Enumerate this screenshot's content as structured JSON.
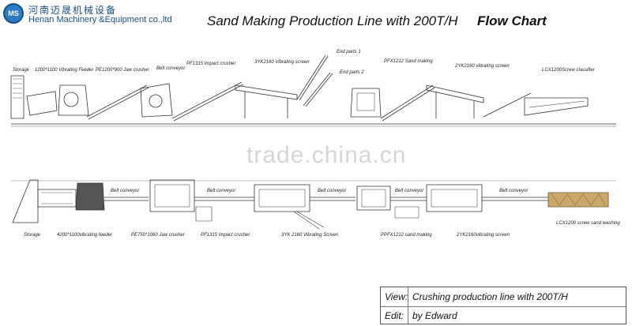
{
  "header": {
    "logo_text": "MS",
    "company_cn": "河南迈晟机械设备",
    "company_en": "Henan Machinery &Equipment co.,ltd",
    "title": "Sand Making Production Line with 200T/H",
    "subtitle": "Flow Chart"
  },
  "watermark": "trade.china.cn",
  "top_labels": {
    "storage": "Storage",
    "feeder": "1200*1100 Vibrating Feeder",
    "jaw_crusher": "PE1200*900 Jaw crusher",
    "belt_conveyor": "Belt conveyor",
    "impact_crusher": "PF1315 Impact crusher",
    "screen_3yk": "3YK2160 Vibrating screen",
    "end_parts_1": "End parts 1",
    "end_parts_2": "End parts 2",
    "sand_making": "PFX1212 Sand making",
    "screen_2yk": "2YK2160 vibrating screen",
    "classifier": "LCX1200Screw classifier"
  },
  "bottom_labels": {
    "storage": "Storage",
    "feeder": "4200*1100vibrating feeder",
    "jaw_crusher": "PE750*1060 Jaw crusher",
    "belt_1": "Belt conveyor",
    "impact_crusher": "PF1315 Impact crusher",
    "belt_2": "Belt conveyor",
    "screen_3yk": "3YK 2160 Vibrating Screen",
    "belt_3": "Belt conveyor",
    "sand_making": "PPFX1212 sand making",
    "belt_4": "Belt conveyor",
    "screen_2yk": "2YK2160vibrating screen",
    "belt_5": "Belt conveyor",
    "washing": "LCX1200 screw sand washing"
  },
  "info_box": {
    "view_key": "View:",
    "view_value": "Crushing production line with 200T/H",
    "edit_key": "Edit:",
    "edit_value": "by Edward"
  }
}
